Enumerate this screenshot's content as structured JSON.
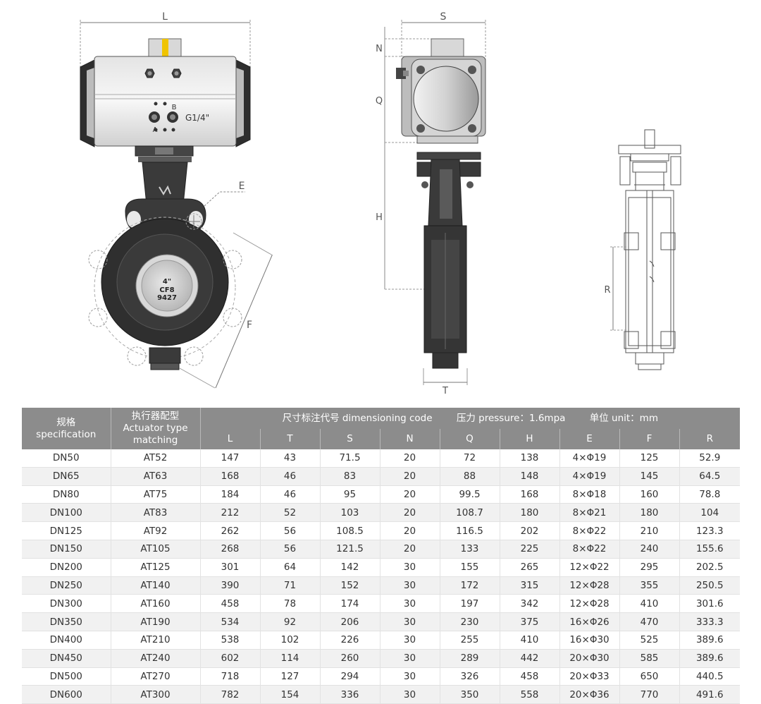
{
  "drawing_labels": {
    "L": "L",
    "S": "S",
    "N": "N",
    "Q": "Q",
    "H": "H",
    "T": "T",
    "E": "E",
    "F": "F",
    "R": "R",
    "port_b": "B",
    "port_a": "A",
    "port_size": "G1/4\"",
    "disc_size": "4\"",
    "disc_material": "CF8",
    "disc_code": "9427"
  },
  "table": {
    "header": {
      "spec_cn": "规格",
      "spec_en": "specification",
      "actuator_cn": "执行器配型",
      "actuator_en1": "Actuator type",
      "actuator_en2": "matching",
      "dimension_code": "尺寸标注代号 dimensioning code",
      "pressure": "压力 pressure：1.6mpa",
      "unit": "单位 unit：mm",
      "columns": [
        "L",
        "T",
        "S",
        "N",
        "Q",
        "H",
        "E",
        "F",
        "R"
      ]
    },
    "rows": [
      [
        "DN50",
        "AT52",
        "147",
        "43",
        "71.5",
        "20",
        "72",
        "138",
        "4×Φ19",
        "125",
        "52.9"
      ],
      [
        "DN65",
        "AT63",
        "168",
        "46",
        "83",
        "20",
        "88",
        "148",
        "4×Φ19",
        "145",
        "64.5"
      ],
      [
        "DN80",
        "AT75",
        "184",
        "46",
        "95",
        "20",
        "99.5",
        "168",
        "8×Φ18",
        "160",
        "78.8"
      ],
      [
        "DN100",
        "AT83",
        "212",
        "52",
        "103",
        "20",
        "108.7",
        "180",
        "8×Φ21",
        "180",
        "104"
      ],
      [
        "DN125",
        "AT92",
        "262",
        "56",
        "108.5",
        "20",
        "116.5",
        "202",
        "8×Φ22",
        "210",
        "123.3"
      ],
      [
        "DN150",
        "AT105",
        "268",
        "56",
        "121.5",
        "20",
        "133",
        "225",
        "8×Φ22",
        "240",
        "155.6"
      ],
      [
        "DN200",
        "AT125",
        "301",
        "64",
        "142",
        "30",
        "155",
        "265",
        "12×Φ22",
        "295",
        "202.5"
      ],
      [
        "DN250",
        "AT140",
        "390",
        "71",
        "152",
        "30",
        "172",
        "315",
        "12×Φ28",
        "355",
        "250.5"
      ],
      [
        "DN300",
        "AT160",
        "458",
        "78",
        "174",
        "30",
        "197",
        "342",
        "12×Φ28",
        "410",
        "301.6"
      ],
      [
        "DN350",
        "AT190",
        "534",
        "92",
        "206",
        "30",
        "230",
        "375",
        "16×Φ26",
        "470",
        "333.3"
      ],
      [
        "DN400",
        "AT210",
        "538",
        "102",
        "226",
        "30",
        "255",
        "410",
        "16×Φ30",
        "525",
        "389.6"
      ],
      [
        "DN450",
        "AT240",
        "602",
        "114",
        "260",
        "30",
        "289",
        "442",
        "20×Φ30",
        "585",
        "389.6"
      ],
      [
        "DN500",
        "AT270",
        "718",
        "127",
        "294",
        "30",
        "326",
        "458",
        "20×Φ33",
        "650",
        "440.5"
      ],
      [
        "DN600",
        "AT300",
        "782",
        "154",
        "336",
        "30",
        "350",
        "558",
        "20×Φ36",
        "770",
        "491.6"
      ]
    ]
  }
}
